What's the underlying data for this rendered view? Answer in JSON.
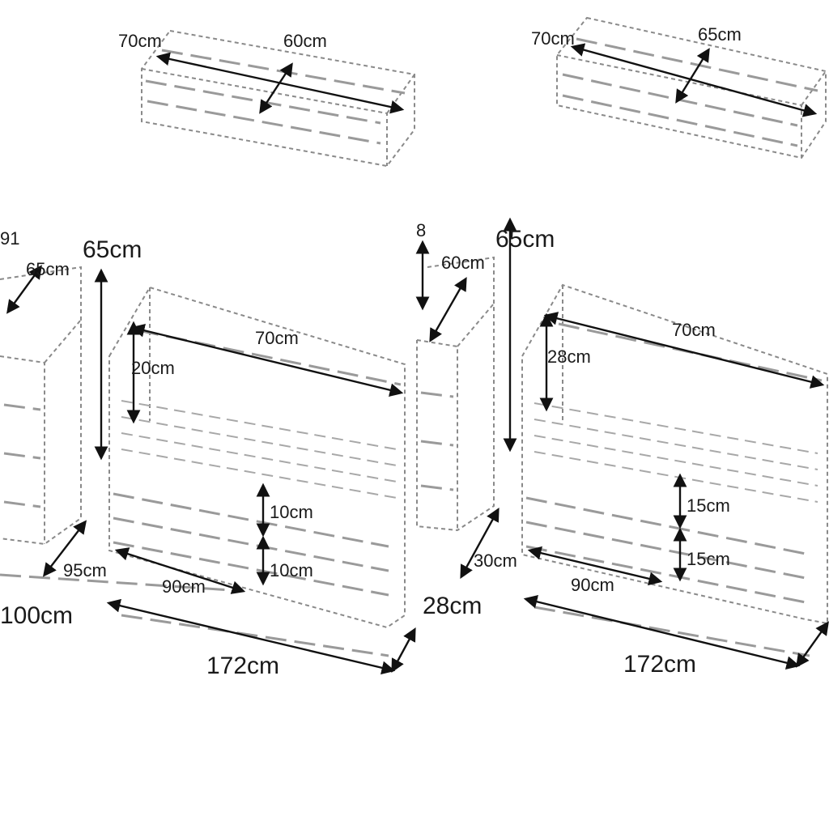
{
  "panels": {
    "top_left": {
      "length": "70cm",
      "depth": "60cm"
    },
    "top_right": {
      "length": "70cm",
      "depth": "65cm"
    }
  },
  "bed_left": {
    "tower_height": "65cm",
    "side_corner": "91",
    "side_depth": "65cm",
    "rail_length": "70cm",
    "rail_height": "20cm",
    "drawer_h_1": "10cm",
    "drawer_h_2": "10cm",
    "base_depth": "95cm",
    "inner_length": "90cm",
    "side_label": "100cm",
    "total_length": "172cm",
    "end_height": "28cm"
  },
  "bed_right": {
    "corner_mark": "8",
    "tower_height": "65cm",
    "side_depth": "60cm",
    "rail_length": "70cm",
    "rail_height": "28cm",
    "drawer_h_1": "15cm",
    "drawer_h_2": "15cm",
    "base_depth": "30cm",
    "inner_length": "90cm",
    "total_length": "172cm"
  }
}
